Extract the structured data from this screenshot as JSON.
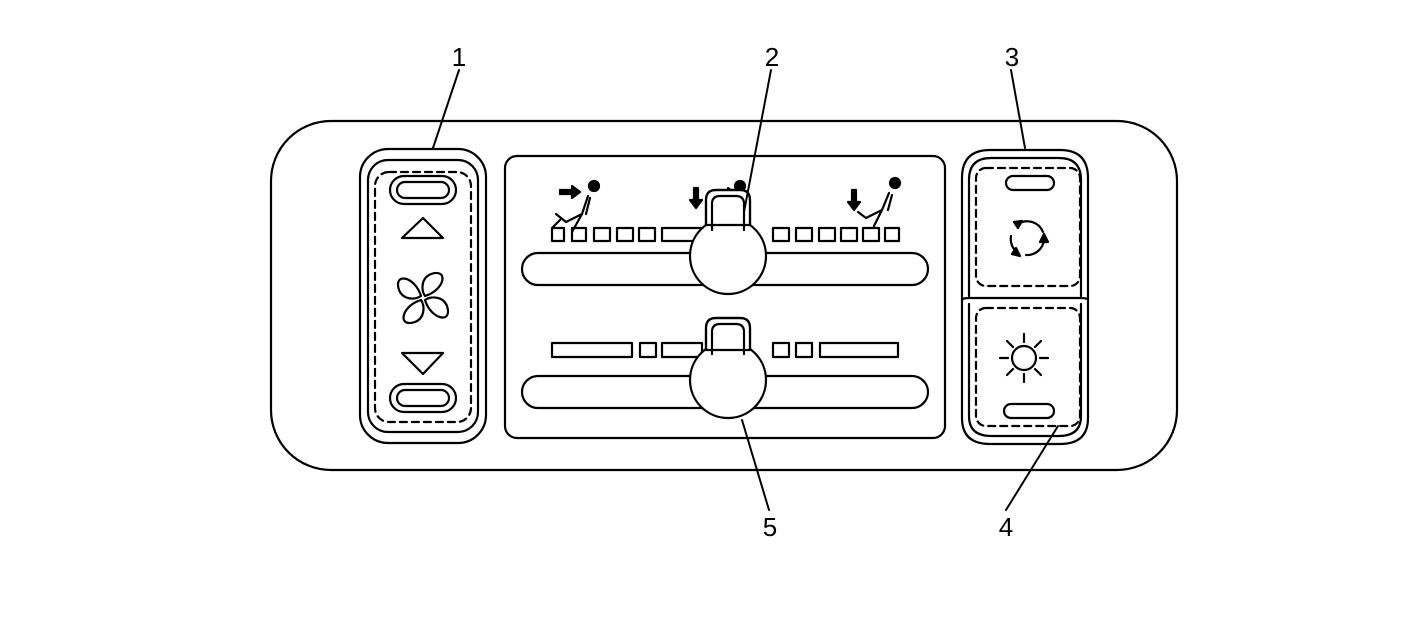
{
  "callouts": [
    {
      "id": "1",
      "label": "1"
    },
    {
      "id": "2",
      "label": "2"
    },
    {
      "id": "3",
      "label": "3"
    },
    {
      "id": "4",
      "label": "4"
    },
    {
      "id": "5",
      "label": "5"
    }
  ],
  "icons": {
    "fan_up": "triangle-up-icon",
    "fan": "fan-icon",
    "fan_down": "triangle-down-icon",
    "recirculate": "recirculation-icon",
    "light": "light-bulb-icon",
    "vent_mode": "vent-mode-icon",
    "bilevel_mode": "bilevel-mode-icon",
    "floor_mode": "floor-mode-icon"
  },
  "colors": {
    "line": "#000000",
    "background": "#ffffff"
  }
}
